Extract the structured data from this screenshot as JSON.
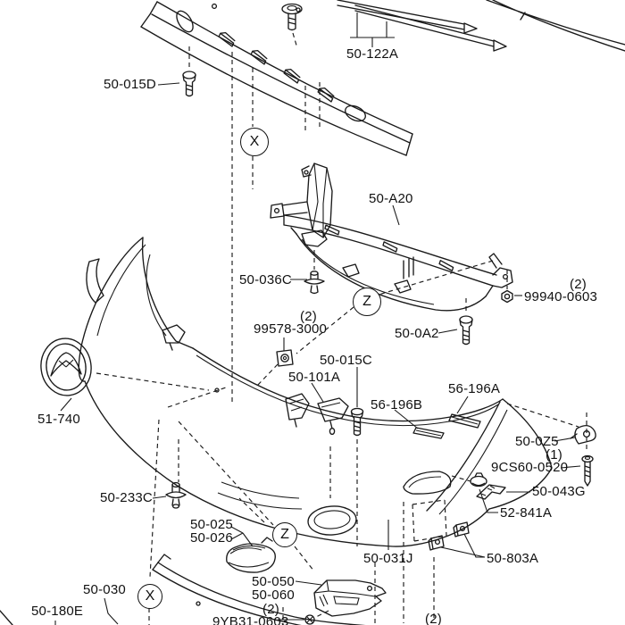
{
  "diagram": {
    "type": "exploded-parts-diagram",
    "subject": "front bumper assembly",
    "colors": {
      "background": "#ffffff",
      "line": "#1a1a1a"
    },
    "labels": {
      "p50_122A": "50-122A",
      "p50_015D": "50-015D",
      "p50_A20": "50-A20",
      "p50_036C": "50-036C",
      "p99940_0603": "99940-0603",
      "p50_0A2": "50-0A2",
      "p99578_3000": "99578-3000",
      "p50_015C": "50-015C",
      "p50_101A": "50-101A",
      "p56_196B": "56-196B",
      "p56_196A": "56-196A",
      "p51_740": "51-740",
      "p50_0Z5": "50-0Z5",
      "p9CS60_0520": "9CS60-0520",
      "p50_043G": "50-043G",
      "p52_841A": "52-841A",
      "p50_233C": "50-233C",
      "p50_025": "50-025",
      "p50_026": "50-026",
      "p50_031J": "50-031J",
      "p50_803A": "50-803A",
      "p50_030": "50-030",
      "p50_180E": "50-180E",
      "p50_050": "50-050",
      "p50_060": "50-060",
      "p9YB31_0603": "9YB31-0603"
    },
    "quantities": {
      "q1": "(1)",
      "q2": "(2)"
    },
    "section_markers": {
      "x": "X",
      "z": "Z"
    }
  }
}
